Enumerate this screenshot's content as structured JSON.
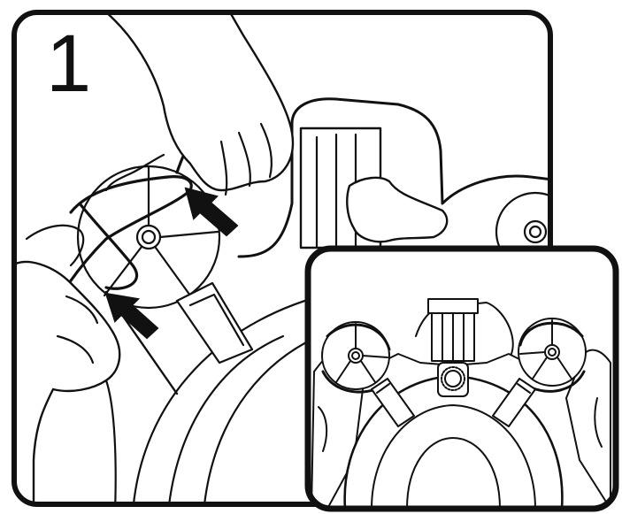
{
  "step": {
    "number": "1"
  },
  "colors": {
    "line": "#111111",
    "background": "#ffffff"
  },
  "main_panel": {
    "content": "hands-securing-cord-on-pulley"
  },
  "inset_panel": {
    "content": "detail-two-pulleys-with-cords"
  }
}
